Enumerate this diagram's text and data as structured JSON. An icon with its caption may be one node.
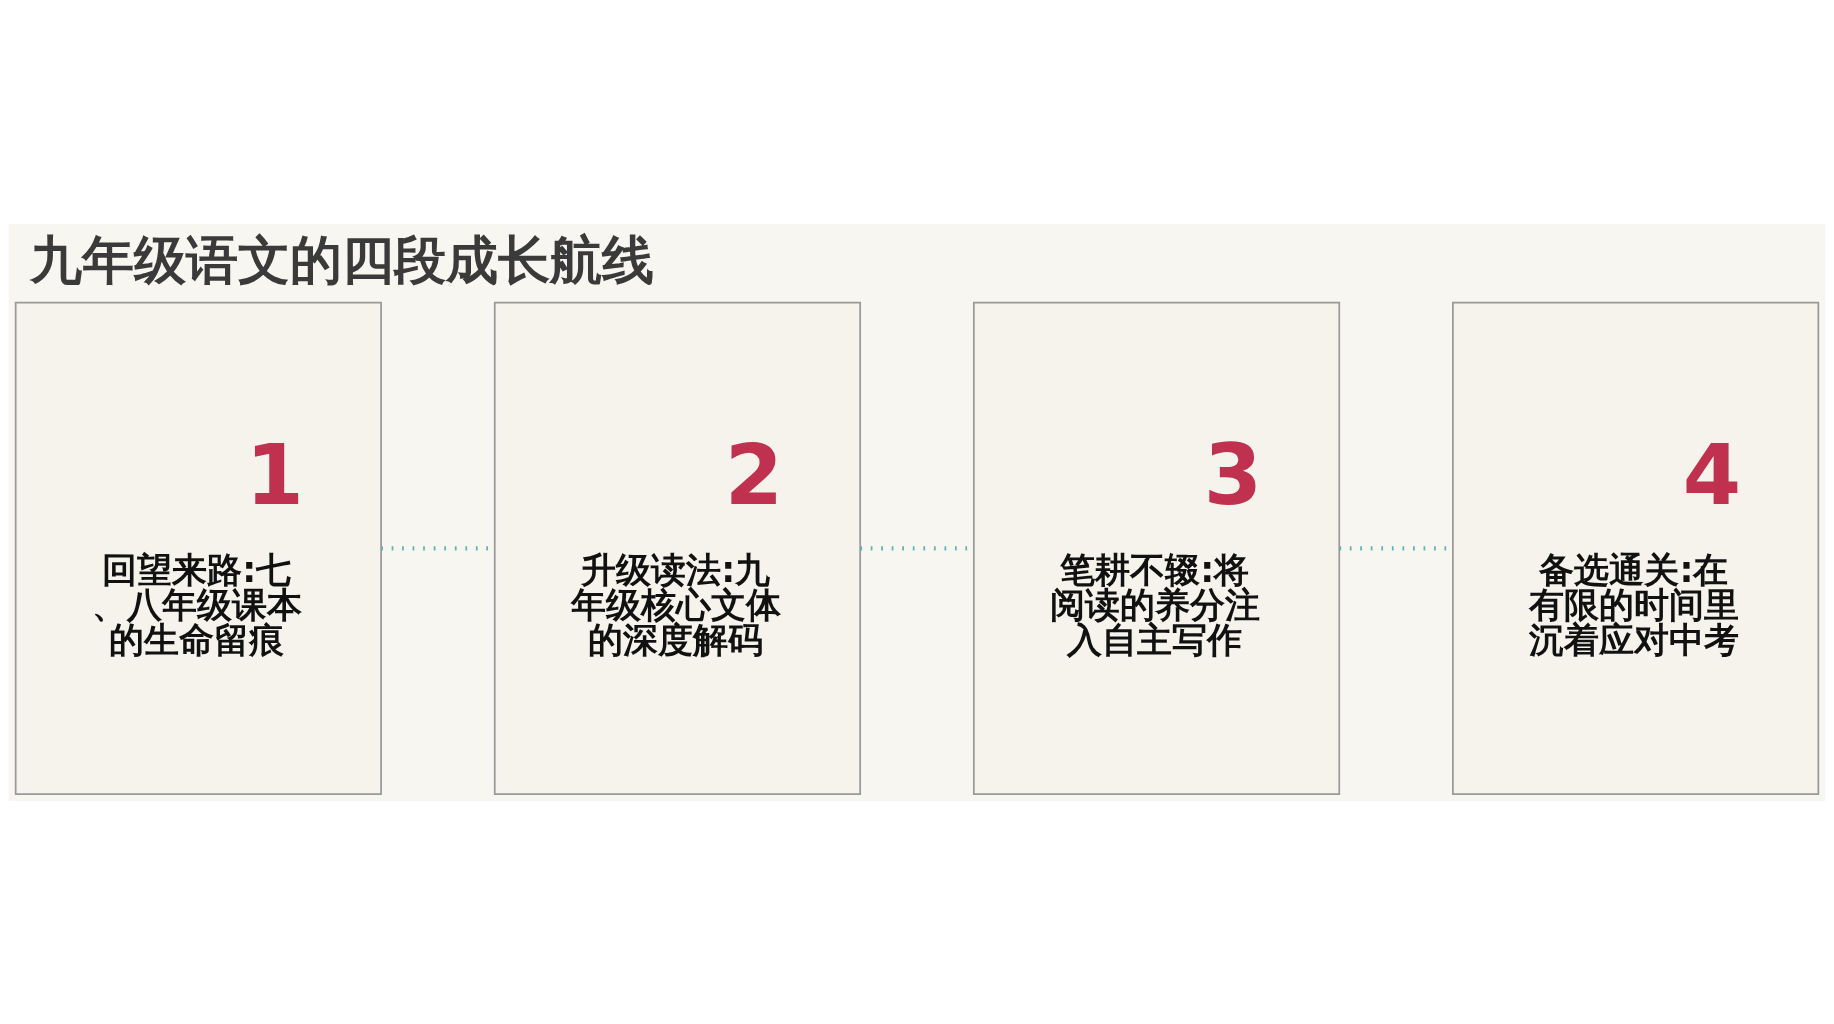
{
  "diagram": {
    "title": "九年级语文的四段成长航线",
    "nodes": [
      {
        "text": [
          "1",
          "回望来路:七、八年级课本的生命留痕"
        ]
      },
      {
        "text": [
          "2",
          "升级读法:九年级核心文体的深度解码"
        ]
      },
      {
        "text": [
          "3",
          "笔耕不辍:将阅读的养分注入自主写作"
        ]
      },
      {
        "text": [
          "4",
          "备选通关:在有限的时间里沉着应对中考"
        ]
      }
    ],
    "edges": [
      {
        "from": 0,
        "to": 1,
        "arrow": "none",
        "style": "dashed"
      },
      {
        "from": 1,
        "to": 2,
        "arrow": "none",
        "style": "dashed"
      },
      {
        "from": 2,
        "to": 3,
        "arrow": "none",
        "style": "dashed"
      }
    ]
  }
}
